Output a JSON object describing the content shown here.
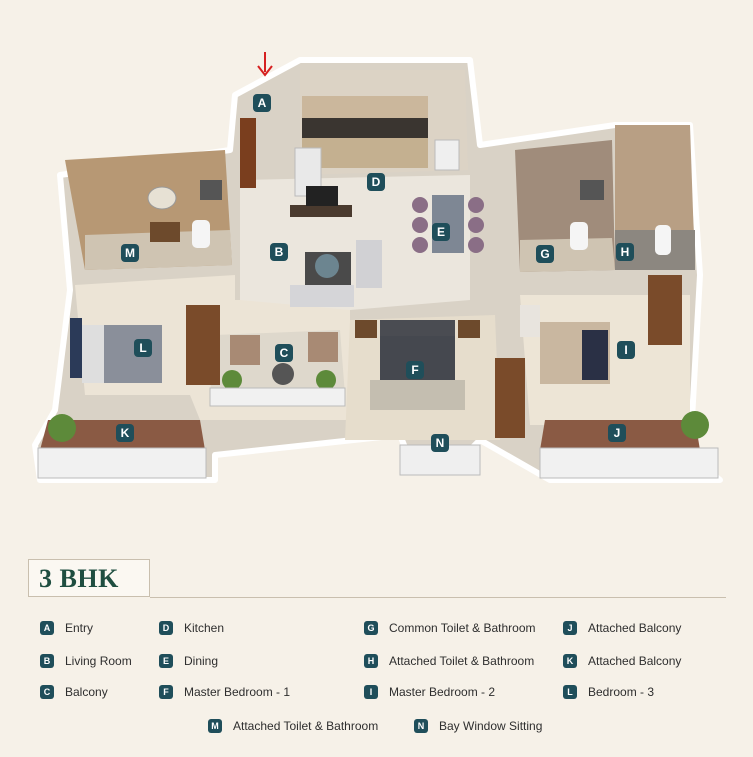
{
  "plan_title": "3 BHK",
  "colors": {
    "marker": "#1f4e5a",
    "title": "#1f4e40",
    "entry_arrow": "#d62020",
    "background": "#f6f1e8"
  },
  "markers": [
    "A",
    "B",
    "C",
    "D",
    "E",
    "F",
    "G",
    "H",
    "I",
    "J",
    "K",
    "L",
    "M",
    "N"
  ],
  "legend": [
    {
      "letter": "A",
      "label": "Entry"
    },
    {
      "letter": "B",
      "label": "Living Room"
    },
    {
      "letter": "C",
      "label": "Balcony"
    },
    {
      "letter": "D",
      "label": "Kitchen"
    },
    {
      "letter": "E",
      "label": "Dining"
    },
    {
      "letter": "F",
      "label": "Master Bedroom - 1"
    },
    {
      "letter": "G",
      "label": "Common Toilet & Bathroom"
    },
    {
      "letter": "H",
      "label": "Attached Toilet & Bathroom"
    },
    {
      "letter": "I",
      "label": "Master Bedroom - 2"
    },
    {
      "letter": "J",
      "label": "Attached Balcony"
    },
    {
      "letter": "K",
      "label": "Attached Balcony"
    },
    {
      "letter": "L",
      "label": "Bedroom - 3"
    },
    {
      "letter": "M",
      "label": "Attached Toilet & Bathroom"
    },
    {
      "letter": "N",
      "label": "Bay Window Sitting"
    }
  ]
}
